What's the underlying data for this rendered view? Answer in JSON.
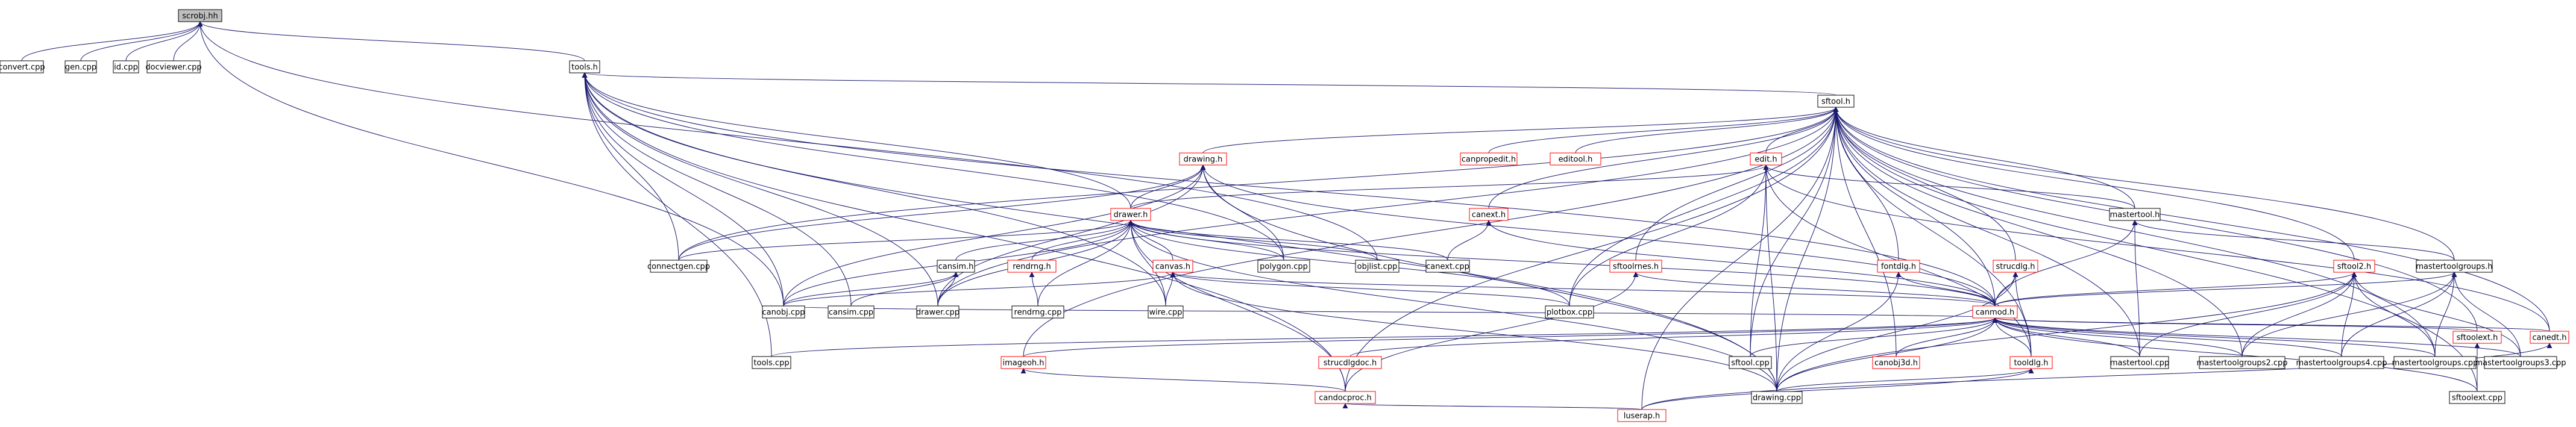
{
  "graph": {
    "nodes": [
      {
        "id": "scrobj",
        "label": "scrobj.hh",
        "kind": "root"
      },
      {
        "id": "cvrt",
        "label": "convert.cpp"
      },
      {
        "id": "genc",
        "label": "gen.cpp"
      },
      {
        "id": "idc",
        "label": "id.cpp"
      },
      {
        "id": "dview",
        "label": "docviewer.cpp"
      },
      {
        "id": "toolsh",
        "label": "tools.h"
      },
      {
        "id": "sftoolh",
        "label": "sftool.h"
      },
      {
        "id": "cpropedt",
        "label": "canpropedit.h",
        "kind": "red"
      },
      {
        "id": "edtlh",
        "label": "editool.h",
        "kind": "red"
      },
      {
        "id": "drawingh",
        "label": "drawing.h",
        "kind": "red"
      },
      {
        "id": "edith",
        "label": "edit.h",
        "kind": "red"
      },
      {
        "id": "drawerh",
        "label": "drawer.h",
        "kind": "red"
      },
      {
        "id": "canexth",
        "label": "canext.h",
        "kind": "red"
      },
      {
        "id": "mtoolh",
        "label": "mastertool.h"
      },
      {
        "id": "cansimh",
        "label": "cansim.h"
      },
      {
        "id": "renderh",
        "label": "rendrng.h",
        "kind": "red"
      },
      {
        "id": "canvash",
        "label": "canvas.h",
        "kind": "red"
      },
      {
        "id": "polyc",
        "label": "polygon.cpp"
      },
      {
        "id": "objlc",
        "label": "objlist.cpp"
      },
      {
        "id": "canextc",
        "label": "canext.cpp"
      },
      {
        "id": "sflinesh",
        "label": "sftoolrnes.h",
        "kind": "red"
      },
      {
        "id": "fontdlgh",
        "label": "fontdlg.h",
        "kind": "red"
      },
      {
        "id": "strucdlgh",
        "label": "strucdlg.h",
        "kind": "red"
      },
      {
        "id": "sftool2h",
        "label": "sftool2.h",
        "kind": "red"
      },
      {
        "id": "mtgh",
        "label": "mastertoolgroups.h"
      },
      {
        "id": "congenc",
        "label": "connectgen.cpp"
      },
      {
        "id": "canobjc",
        "label": "canobj.cpp"
      },
      {
        "id": "cansimc",
        "label": "cansim.cpp"
      },
      {
        "id": "drawerc",
        "label": "drawer.cpp"
      },
      {
        "id": "renderc",
        "label": "rendrng.cpp"
      },
      {
        "id": "wirec",
        "label": "wire.cpp"
      },
      {
        "id": "plotboxc",
        "label": "plotbox.cpp"
      },
      {
        "id": "canmodh",
        "label": "canmod.h",
        "kind": "red"
      },
      {
        "id": "toolsc",
        "label": "tools.cpp"
      },
      {
        "id": "imgeoh",
        "label": "imageoh.h",
        "kind": "red"
      },
      {
        "id": "strucdocc",
        "label": "strucdlgdoc.h",
        "kind": "red"
      },
      {
        "id": "sftoolc",
        "label": "sftool.cpp"
      },
      {
        "id": "canobj3d",
        "label": "canobj3d.h",
        "kind": "red"
      },
      {
        "id": "tooldlgh",
        "label": "tooldlg.h",
        "kind": "red"
      },
      {
        "id": "mtoolc",
        "label": "mastertool.cpp"
      },
      {
        "id": "mtg2c",
        "label": "mastertoolgroups2.cpp"
      },
      {
        "id": "mtg4c",
        "label": "mastertoolgroups4.cpp"
      },
      {
        "id": "mtgc",
        "label": "mastertoolgroups.cpp"
      },
      {
        "id": "mtg3c",
        "label": "mastertoolgroups3.cpp"
      },
      {
        "id": "sftextc",
        "label": "sftoolext.h",
        "kind": "red"
      },
      {
        "id": "canedth",
        "label": "canedt.h",
        "kind": "red"
      },
      {
        "id": "candocpc",
        "label": "candocproc.h",
        "kind": "red"
      },
      {
        "id": "drawingc",
        "label": "drawing.cpp"
      },
      {
        "id": "sftextcpp",
        "label": "sftoolext.cpp"
      },
      {
        "id": "luserah",
        "label": "luserap.h",
        "kind": "red"
      }
    ]
  }
}
